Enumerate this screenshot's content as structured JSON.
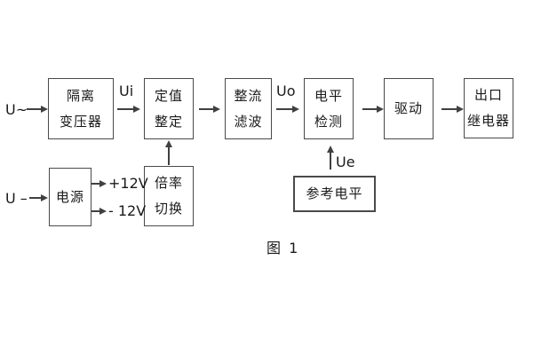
{
  "figure": {
    "caption": "图 1",
    "colors": {
      "background": "#ffffff",
      "line": "#404040",
      "text": "#1a1a1a"
    },
    "blocks": [
      {
        "id": "isolation-transformer",
        "lines": [
          "隔离",
          "变压器"
        ]
      },
      {
        "id": "value-setting",
        "lines": [
          "定值",
          "整定"
        ]
      },
      {
        "id": "rectify-filter",
        "lines": [
          "整流",
          "滤波"
        ]
      },
      {
        "id": "level-detection",
        "lines": [
          "电平",
          "检测"
        ]
      },
      {
        "id": "driver",
        "lines": [
          "驱动"
        ]
      },
      {
        "id": "output-relay",
        "lines": [
          "出口",
          "继电器"
        ]
      },
      {
        "id": "power-supply",
        "lines": [
          "电源"
        ]
      },
      {
        "id": "ratio-switching",
        "lines": [
          "倍率",
          "切换"
        ]
      },
      {
        "id": "reference-level",
        "lines": [
          "参考电平"
        ]
      }
    ],
    "labels": {
      "input_ac": "U~",
      "input_dc": "U –",
      "ui": "Ui",
      "uo": "Uo",
      "ue": "Ue",
      "plus_12v": "+12V",
      "minus_12v": "- 12V"
    }
  }
}
